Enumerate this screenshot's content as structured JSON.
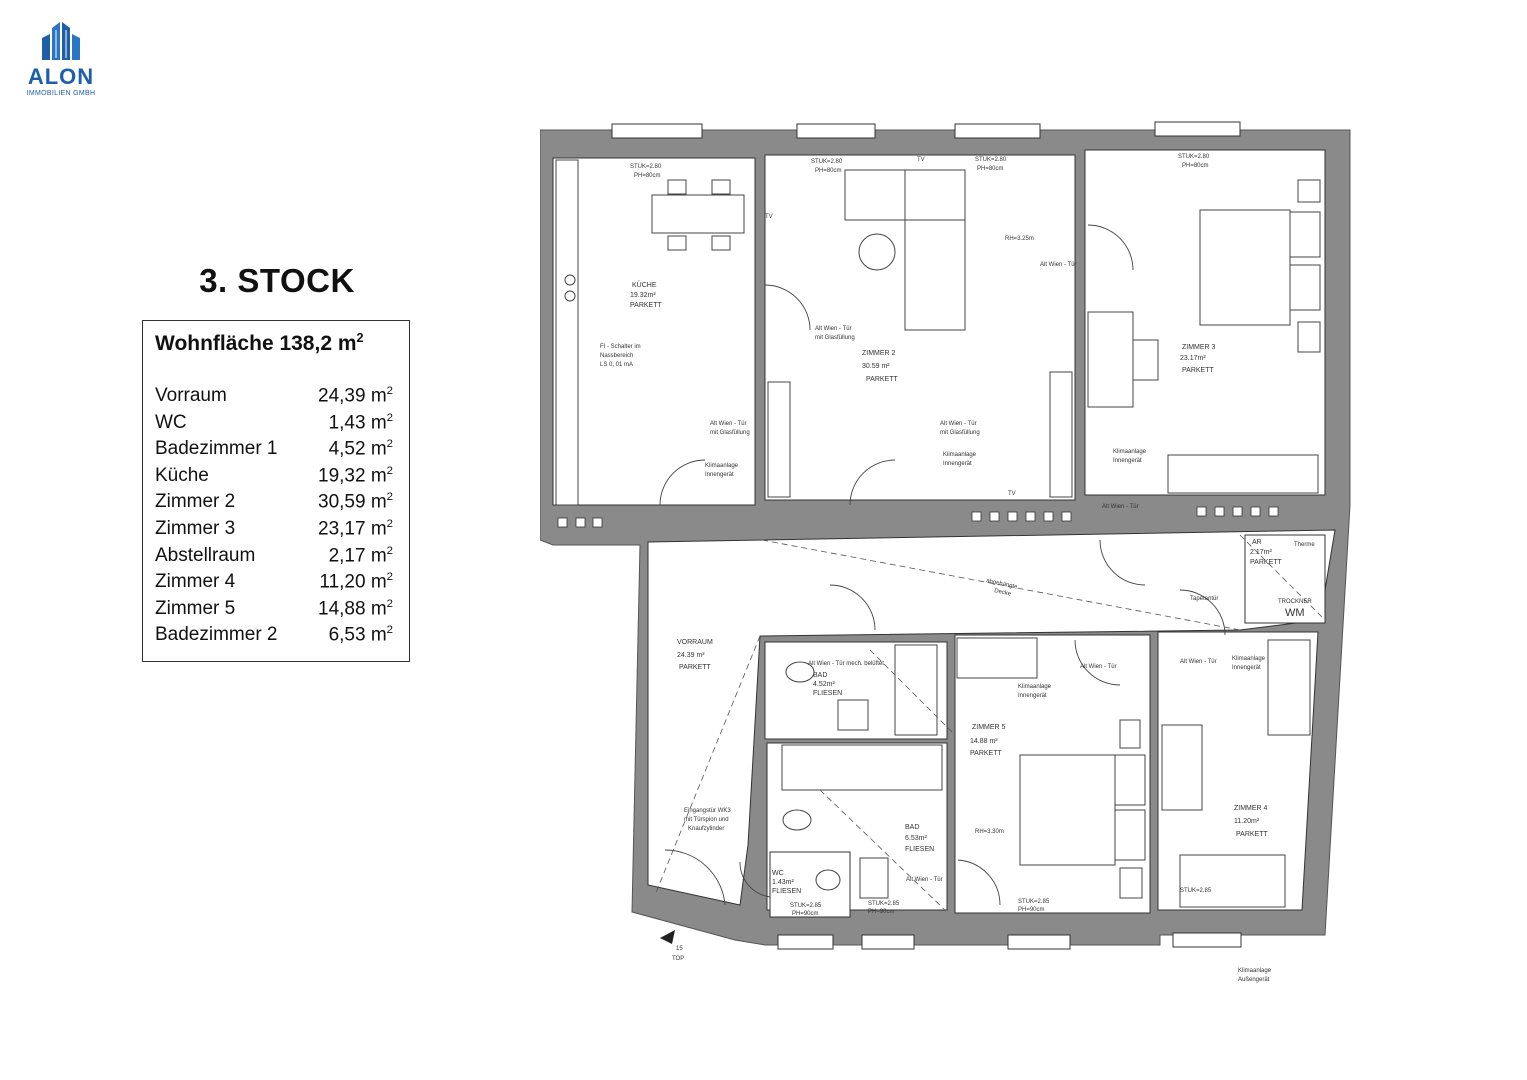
{
  "logo": {
    "name": "ALON",
    "subtitle": "IMMOBILIEN GMBH",
    "color": "#1e5fa8"
  },
  "floor_title": "3. STOCK",
  "area_summary": {
    "heading": "Wohnfläche 138,2 m",
    "heading_sup": "2",
    "rooms": [
      {
        "name": "Vorraum",
        "value": "24,39 m"
      },
      {
        "name": "WC",
        "value": "1,43 m"
      },
      {
        "name": "Badezimmer 1",
        "value": "4,52 m"
      },
      {
        "name": "Küche",
        "value": "19,32 m"
      },
      {
        "name": "Zimmer 2",
        "value": "30,59 m"
      },
      {
        "name": "Zimmer 3",
        "value": "23,17 m"
      },
      {
        "name": "Abstellraum",
        "value": "2,17 m"
      },
      {
        "name": "Zimmer 4",
        "value": "11,20 m"
      },
      {
        "name": "Zimmer 5",
        "value": "14,88 m"
      },
      {
        "name": "Badezimmer 2",
        "value": "6,53 m"
      }
    ],
    "unit_sup": "2"
  },
  "plan": {
    "wall_color": "#7a7a7a",
    "rooms": {
      "kueche": {
        "name": "KÜCHE",
        "area": "19.32m²",
        "floor": "PARKETT"
      },
      "zimmer2": {
        "name": "ZIMMER 2",
        "area": "30.59 m²",
        "floor": "PARKETT"
      },
      "zimmer3": {
        "name": "ZIMMER 3",
        "area": "23.17m²",
        "floor": "PARKETT"
      },
      "vorraum": {
        "name": "VORRAUM",
        "area": "24.39 m²",
        "floor": "PARKETT"
      },
      "bad1": {
        "name": "BAD",
        "area": "4.52m²",
        "floor": "FLIESEN"
      },
      "bad2": {
        "name": "BAD",
        "area": "6.53m²",
        "floor": "FLIESEN"
      },
      "wc": {
        "name": "WC",
        "area": "1.43m²",
        "floor": "FLIESEN"
      },
      "zimmer5": {
        "name": "ZIMMER 5",
        "area": "14.88 m²",
        "floor": "PARKETT"
      },
      "zimmer4": {
        "name": "ZIMMER 4",
        "area": "11.20m²",
        "floor": "PARKETT"
      },
      "ar": {
        "name": "AR",
        "area": "2.17m²",
        "floor": "PARKETT"
      }
    },
    "labels": {
      "stuk_280": "STUK=2.80",
      "ph_80": "PH=80cm",
      "stuk_285": "STUK=2.85",
      "ph_90": "PH=90cm",
      "tv": "TV",
      "rh_325": "RH=3.25m",
      "rh_330": "RH=3.30m",
      "alt_wien_tuer": "Alt Wien - Tür",
      "mit_glasfuellung": "mit Glasfüllung",
      "klimaanlage": "Klimaanlage",
      "innengeraet": "Innengerät",
      "aussengeraet": "Außengerät",
      "fi_1": "FI - Schalter im",
      "fi_2": "Nassbereich",
      "fi_3": "LS 0, 01 mA",
      "abgehaengte": "abgehängte",
      "decke": "Decke",
      "tapetentuer": "Tapetentür",
      "therme": "Therme",
      "trockner": "TROCKNER",
      "wm": "WM",
      "mech_belueftet": "Alt Wien - Tür mech. belüftet",
      "eingang_1": "Eingangstür WK3",
      "eingang_2": "mit Türspion und",
      "eingang_3": "Knaufzylinder",
      "top_num": "15",
      "top": "TOP"
    }
  }
}
